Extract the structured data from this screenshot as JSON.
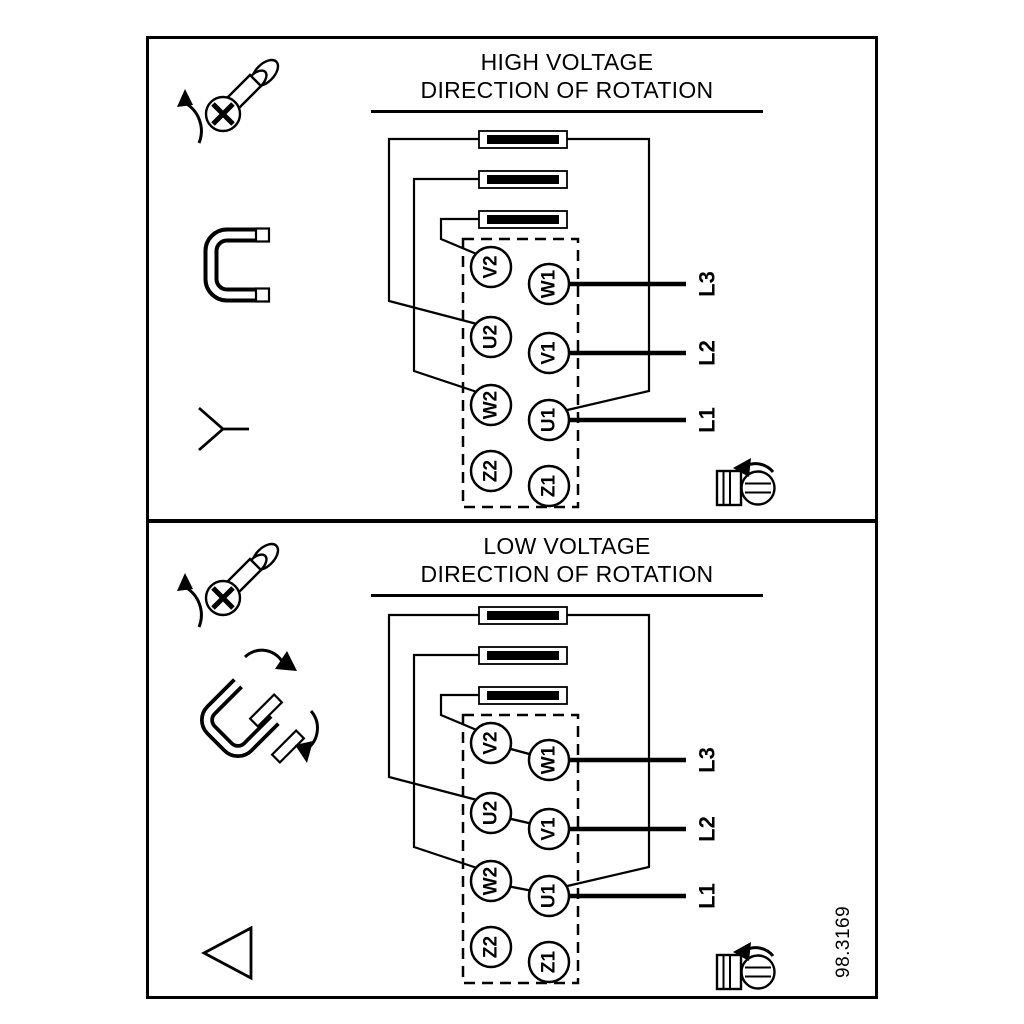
{
  "figure_number": "98.3169",
  "panels": [
    {
      "name": "high-voltage",
      "title_line1": "HIGH VOLTAGE",
      "title_line2": "DIRECTION OF ROTATION",
      "connection": "star",
      "terminals": {
        "left": [
          "V2",
          "U2",
          "W2",
          "Z2"
        ],
        "right": [
          "W1",
          "V1",
          "U1",
          "Z1"
        ]
      },
      "phase_labels": [
        "L3",
        "L2",
        "L1"
      ],
      "icons": {
        "top_left": "screw-with-rotation-arrow-icon",
        "middle_left": "terminal-jumper-bracket-icon",
        "bottom_left": "star-connection-symbol",
        "bottom_right": "shaft-rotation-direction-icon"
      }
    },
    {
      "name": "low-voltage",
      "title_line1": "LOW VOLTAGE",
      "title_line2": "DIRECTION OF ROTATION",
      "connection": "delta",
      "terminals": {
        "left": [
          "V2",
          "U2",
          "W2",
          "Z2"
        ],
        "right": [
          "W1",
          "V1",
          "U1",
          "Z1"
        ]
      },
      "phase_labels": [
        "L3",
        "L2",
        "L1"
      ],
      "icons": {
        "top_left": "screw-with-rotation-arrow-icon",
        "middle_left": "jumper-repositioning-arrows-icon",
        "bottom_left": "delta-connection-symbol",
        "bottom_right": "shaft-rotation-direction-icon"
      }
    }
  ]
}
